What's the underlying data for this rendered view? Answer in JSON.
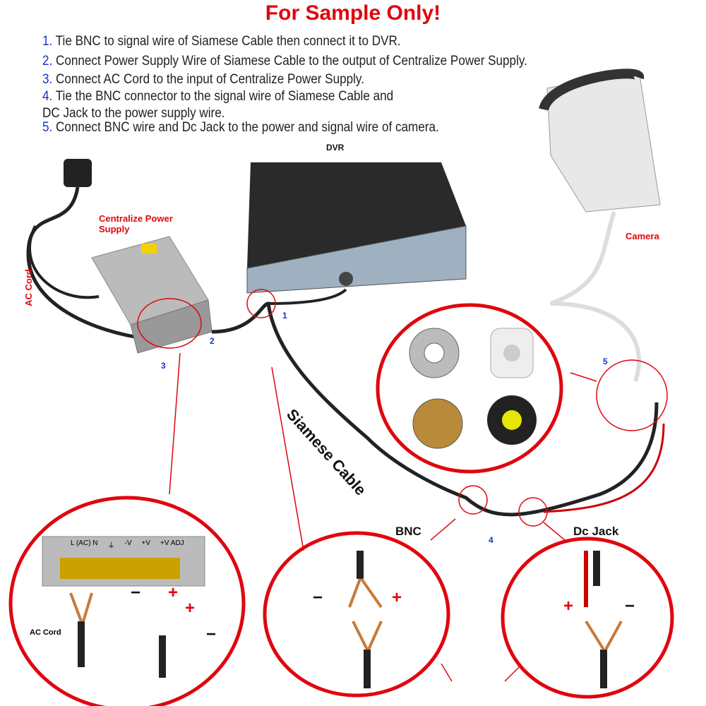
{
  "title": "For Sample Only!",
  "steps": [
    {
      "num": "1.",
      "text": "Tie BNC to signal wire of Siamese Cable then connect it to DVR."
    },
    {
      "num": "2.",
      "text": "Connect Power Supply Wire of Siamese Cable to the output of Centralize Power Supply."
    },
    {
      "num": "3.",
      "text": "Connect AC Cord to the input of Centralize Power Supply."
    },
    {
      "num": "4.",
      "text": "Tie the BNC connector to the signal wire of Siamese Cable and"
    },
    {
      "num": "",
      "text": "DC Jack to the power supply wire."
    },
    {
      "num": "5.",
      "text": "Connect BNC wire and Dc Jack to the power and signal wire of camera."
    }
  ],
  "labels": {
    "dvr": "DVR",
    "power_supply": "Centralize Power Supply",
    "ac_cord": "AC Cord",
    "camera": "Camera",
    "siamese": "Siamese Cable",
    "bnc": "BNC",
    "dc_jack": "Dc Jack",
    "ac_cord_detail": "AC Cord",
    "terminals": [
      "L (AC) N",
      "⏚",
      "-V",
      "+V",
      "+V ADJ"
    ]
  },
  "markers": [
    "1",
    "2",
    "3",
    "4",
    "5"
  ],
  "signs": {
    "plus": "+",
    "minus": "−"
  },
  "colors": {
    "accent_red": "#e0060f",
    "step_blue": "#1a33c8"
  }
}
